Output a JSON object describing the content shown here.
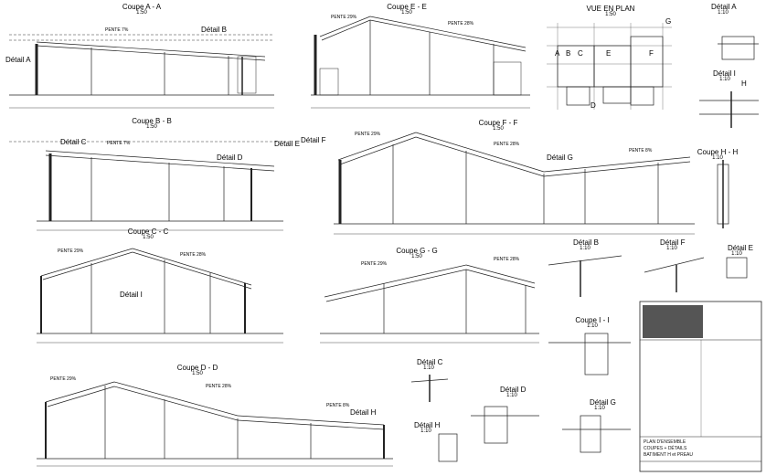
{
  "sections": {
    "aa": {
      "title": "Coupe A - A",
      "scale": "1:50"
    },
    "ee": {
      "title": "Coupe E - E",
      "scale": "1:50"
    },
    "bb": {
      "title": "Coupe B - B",
      "scale": "1:50"
    },
    "ff": {
      "title": "Coupe F - F",
      "scale": "1:50"
    },
    "cc": {
      "title": "Coupe C - C",
      "scale": "1:50"
    },
    "gg": {
      "title": "Coupe G - G",
      "scale": "1:50"
    },
    "dd": {
      "title": "Coupe D - D",
      "scale": "1:50"
    },
    "hh": {
      "title": "Coupe H - H",
      "scale": "1:10"
    },
    "ii": {
      "title": "Coupe I - I",
      "scale": "1:10"
    },
    "plan": {
      "title": "VUE EN PLAN",
      "scale": "1:50"
    }
  },
  "details": {
    "a_title": "Détail A",
    "a_scale": "1:10",
    "i_title": "Détail I",
    "i_scale": "1:10",
    "b_title": "Détail B",
    "b_scale": "1:10",
    "f_title": "Détail F",
    "f_scale": "1:10",
    "e_title": "Détail E",
    "e_scale": "1:10",
    "c_title": "Détail C",
    "c_scale": "1:10",
    "h_title": "Détail H",
    "h_scale": "1:10",
    "d_title": "Détail D",
    "d_scale": "1:10",
    "g_title": "Détail G",
    "g_scale": "1:10"
  },
  "callouts": {
    "detail_a": "Détail A",
    "detail_b": "Détail B",
    "detail_c": "Détail C",
    "detail_d": "Détail D",
    "detail_e": "Détail E",
    "detail_f": "Détail F",
    "detail_g": "Détail G",
    "detail_h": "Détail H",
    "detail_i": "Détail I"
  },
  "slopes": {
    "p7": "PENTE 7%",
    "p29": "PENTE 29%",
    "p28": "PENTE 28%",
    "p8": "PENTE 8%"
  },
  "plan_letters": [
    "A",
    "B",
    "C",
    "D",
    "E",
    "F",
    "G",
    "H"
  ],
  "title_block": {
    "project": "PLAN D'ENSEMBLE",
    "line2": "COUPES + DÉTAILS",
    "line3": "BATIMENT H et PREAU"
  },
  "colors": {
    "line": "#222222",
    "dash": "#777777",
    "bg": "#ffffff"
  }
}
